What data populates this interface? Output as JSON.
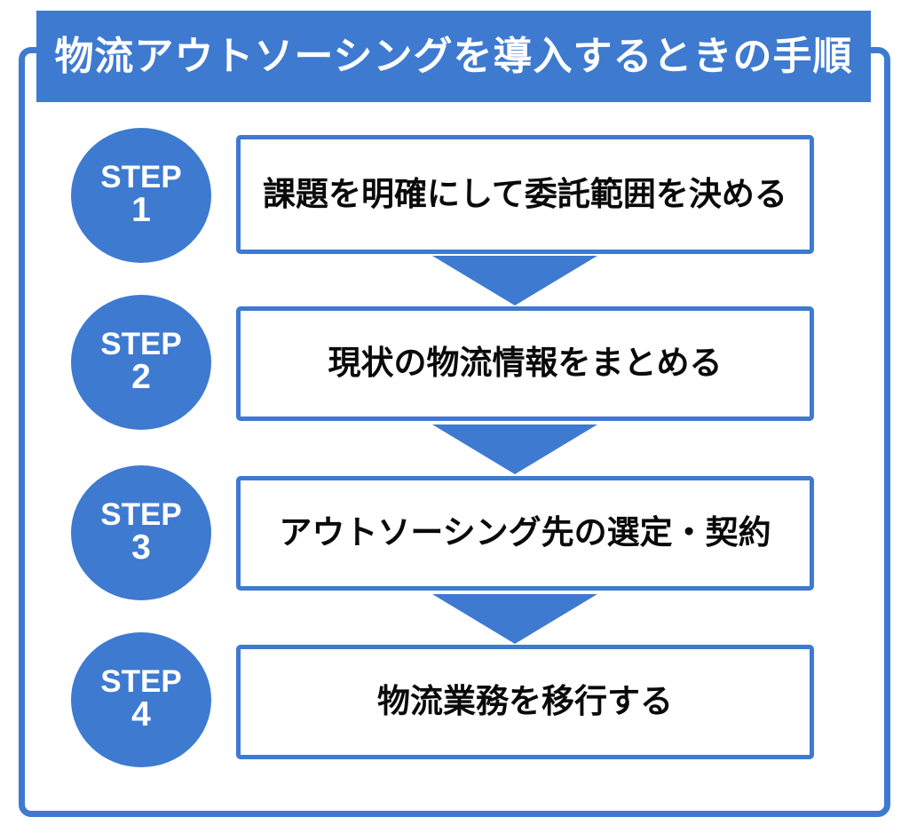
{
  "figure": {
    "title": "物流アウトソーシングを導入するときの手順",
    "type": "vertical-step-flowchart",
    "step_count": 4,
    "colors": {
      "accent_blue": "#3e7ad0",
      "banner_text": "#ffffff",
      "box_background": "#ffffff",
      "box_text": "#0a0a0a",
      "page_background": "#ffffff"
    }
  },
  "steps": [
    {
      "badge_word": "STEP",
      "badge_number": "1",
      "label": "課題を明確にして委託範囲を決める"
    },
    {
      "badge_word": "STEP",
      "badge_number": "2",
      "label": "現状の物流情報をまとめる"
    },
    {
      "badge_word": "STEP",
      "badge_number": "3",
      "label": "アウトソーシング先の選定・契約"
    },
    {
      "badge_word": "STEP",
      "badge_number": "4",
      "label": "物流業務を移行する"
    }
  ],
  "connectors": [
    {
      "icon": "arrow-down-icon",
      "from_step": "1",
      "to_step": "2"
    },
    {
      "icon": "arrow-down-icon",
      "from_step": "2",
      "to_step": "3"
    },
    {
      "icon": "arrow-down-icon",
      "from_step": "3",
      "to_step": "4"
    }
  ]
}
